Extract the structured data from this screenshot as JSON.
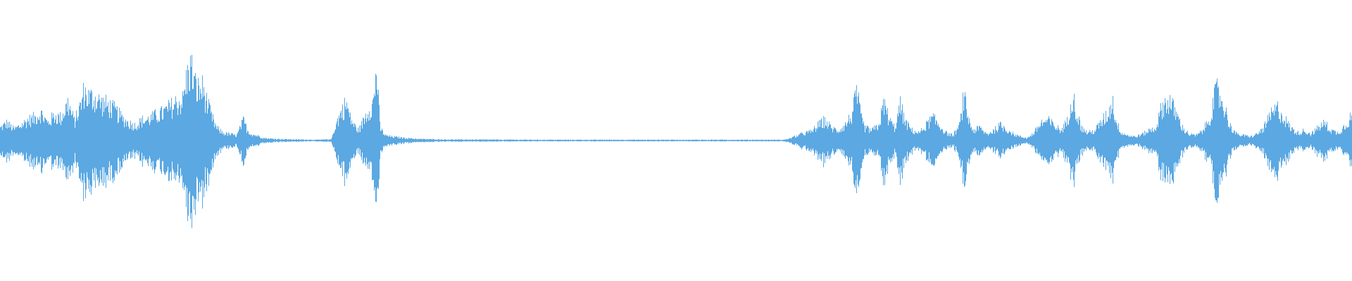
{
  "waveform": {
    "color": "#5ba8e2",
    "background": "#ffffff",
    "envelope": [
      [
        0.0,
        0.1
      ],
      [
        0.005,
        0.14
      ],
      [
        0.01,
        0.09
      ],
      [
        0.015,
        0.12
      ],
      [
        0.02,
        0.16
      ],
      [
        0.025,
        0.18
      ],
      [
        0.03,
        0.22
      ],
      [
        0.035,
        0.14
      ],
      [
        0.04,
        0.2
      ],
      [
        0.045,
        0.18
      ],
      [
        0.05,
        0.3
      ],
      [
        0.055,
        0.15
      ],
      [
        0.06,
        0.3
      ],
      [
        0.062,
        0.4
      ],
      [
        0.065,
        0.35
      ],
      [
        0.07,
        0.34
      ],
      [
        0.075,
        0.3
      ],
      [
        0.08,
        0.28
      ],
      [
        0.085,
        0.24
      ],
      [
        0.09,
        0.18
      ],
      [
        0.095,
        0.14
      ],
      [
        0.1,
        0.12
      ],
      [
        0.105,
        0.16
      ],
      [
        0.11,
        0.17
      ],
      [
        0.115,
        0.2
      ],
      [
        0.12,
        0.22
      ],
      [
        0.125,
        0.26
      ],
      [
        0.13,
        0.3
      ],
      [
        0.135,
        0.32
      ],
      [
        0.138,
        0.5
      ],
      [
        0.141,
        0.6
      ],
      [
        0.144,
        0.45
      ],
      [
        0.147,
        0.4
      ],
      [
        0.15,
        0.42
      ],
      [
        0.153,
        0.3
      ],
      [
        0.156,
        0.2
      ],
      [
        0.16,
        0.1
      ],
      [
        0.165,
        0.06
      ],
      [
        0.17,
        0.05
      ],
      [
        0.175,
        0.04
      ],
      [
        0.18,
        0.16
      ],
      [
        0.183,
        0.08
      ],
      [
        0.186,
        0.05
      ],
      [
        0.19,
        0.04
      ],
      [
        0.195,
        0.02
      ],
      [
        0.2,
        0.015
      ],
      [
        0.21,
        0.01
      ],
      [
        0.22,
        0.008
      ],
      [
        0.235,
        0.006
      ],
      [
        0.245,
        0.01
      ],
      [
        0.248,
        0.12
      ],
      [
        0.252,
        0.22
      ],
      [
        0.256,
        0.3
      ],
      [
        0.259,
        0.18
      ],
      [
        0.262,
        0.12
      ],
      [
        0.265,
        0.08
      ],
      [
        0.268,
        0.14
      ],
      [
        0.272,
        0.24
      ],
      [
        0.276,
        0.3
      ],
      [
        0.2785,
        0.58
      ],
      [
        0.281,
        0.1
      ],
      [
        0.285,
        0.04
      ],
      [
        0.29,
        0.03
      ],
      [
        0.3,
        0.02
      ],
      [
        0.31,
        0.012
      ],
      [
        0.33,
        0.008
      ],
      [
        0.4,
        0.006
      ],
      [
        0.5,
        0.006
      ],
      [
        0.58,
        0.006
      ],
      [
        0.585,
        0.02
      ],
      [
        0.59,
        0.04
      ],
      [
        0.595,
        0.06
      ],
      [
        0.6,
        0.07
      ],
      [
        0.605,
        0.12
      ],
      [
        0.61,
        0.16
      ],
      [
        0.615,
        0.1
      ],
      [
        0.62,
        0.08
      ],
      [
        0.625,
        0.12
      ],
      [
        0.63,
        0.2
      ],
      [
        0.634,
        0.38
      ],
      [
        0.637,
        0.18
      ],
      [
        0.64,
        0.1
      ],
      [
        0.645,
        0.08
      ],
      [
        0.65,
        0.12
      ],
      [
        0.654,
        0.3
      ],
      [
        0.658,
        0.16
      ],
      [
        0.662,
        0.1
      ],
      [
        0.666,
        0.28
      ],
      [
        0.67,
        0.14
      ],
      [
        0.675,
        0.08
      ],
      [
        0.68,
        0.06
      ],
      [
        0.685,
        0.12
      ],
      [
        0.69,
        0.18
      ],
      [
        0.695,
        0.12
      ],
      [
        0.7,
        0.06
      ],
      [
        0.705,
        0.04
      ],
      [
        0.71,
        0.12
      ],
      [
        0.713,
        0.35
      ],
      [
        0.717,
        0.15
      ],
      [
        0.72,
        0.08
      ],
      [
        0.725,
        0.1
      ],
      [
        0.73,
        0.05
      ],
      [
        0.735,
        0.08
      ],
      [
        0.74,
        0.12
      ],
      [
        0.745,
        0.09
      ],
      [
        0.75,
        0.05
      ],
      [
        0.755,
        0.03
      ],
      [
        0.76,
        0.02
      ],
      [
        0.765,
        0.06
      ],
      [
        0.77,
        0.14
      ],
      [
        0.775,
        0.16
      ],
      [
        0.78,
        0.12
      ],
      [
        0.785,
        0.08
      ],
      [
        0.79,
        0.16
      ],
      [
        0.793,
        0.38
      ],
      [
        0.797,
        0.2
      ],
      [
        0.8,
        0.1
      ],
      [
        0.805,
        0.06
      ],
      [
        0.81,
        0.08
      ],
      [
        0.815,
        0.15
      ],
      [
        0.82,
        0.22
      ],
      [
        0.823,
        0.32
      ],
      [
        0.826,
        0.14
      ],
      [
        0.83,
        0.06
      ],
      [
        0.835,
        0.04
      ],
      [
        0.84,
        0.03
      ],
      [
        0.845,
        0.05
      ],
      [
        0.85,
        0.08
      ],
      [
        0.855,
        0.1
      ],
      [
        0.86,
        0.28
      ],
      [
        0.865,
        0.32
      ],
      [
        0.87,
        0.22
      ],
      [
        0.875,
        0.1
      ],
      [
        0.88,
        0.05
      ],
      [
        0.885,
        0.04
      ],
      [
        0.89,
        0.08
      ],
      [
        0.895,
        0.18
      ],
      [
        0.9,
        0.4
      ],
      [
        0.905,
        0.3
      ],
      [
        0.91,
        0.12
      ],
      [
        0.915,
        0.05
      ],
      [
        0.92,
        0.04
      ],
      [
        0.925,
        0.03
      ],
      [
        0.93,
        0.05
      ],
      [
        0.935,
        0.1
      ],
      [
        0.94,
        0.2
      ],
      [
        0.945,
        0.26
      ],
      [
        0.95,
        0.18
      ],
      [
        0.955,
        0.1
      ],
      [
        0.96,
        0.06
      ],
      [
        0.965,
        0.08
      ],
      [
        0.97,
        0.05
      ],
      [
        0.975,
        0.1
      ],
      [
        0.98,
        0.14
      ],
      [
        0.985,
        0.08
      ],
      [
        0.99,
        0.06
      ],
      [
        0.995,
        0.12
      ],
      [
        1.0,
        0.2
      ]
    ]
  }
}
